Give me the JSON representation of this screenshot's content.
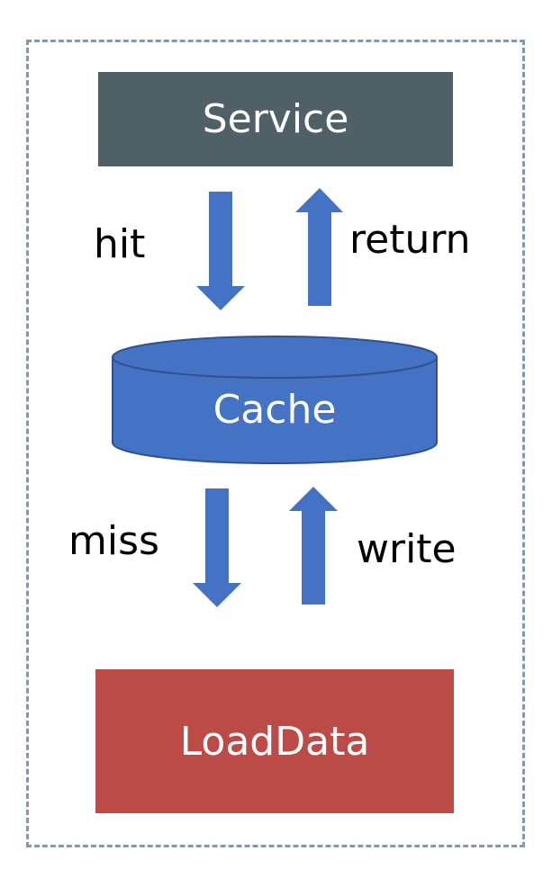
{
  "diagram": {
    "service": {
      "label": "Service",
      "color": "#4f6167"
    },
    "cache": {
      "label": "Cache",
      "color": "#4472c4",
      "outline": "#2f528f"
    },
    "loaddata": {
      "label": "LoadData",
      "color": "#bc4b47"
    },
    "arrows": {
      "color": "#4472c4",
      "hit": "hit",
      "return": "return",
      "miss": "miss",
      "write": "write"
    },
    "frame_border_color": "#8497b0"
  }
}
